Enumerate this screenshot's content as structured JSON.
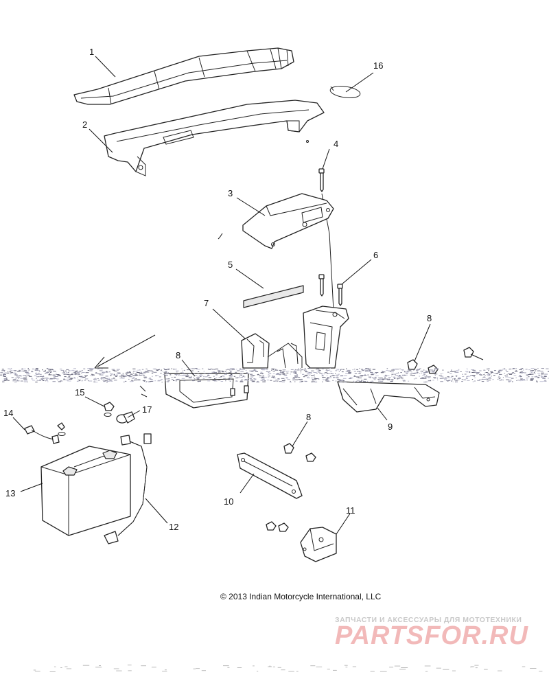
{
  "callouts": [
    {
      "id": "1",
      "label": "1"
    },
    {
      "id": "2",
      "label": "2"
    },
    {
      "id": "3",
      "label": "3"
    },
    {
      "id": "4",
      "label": "4"
    },
    {
      "id": "5",
      "label": "5"
    },
    {
      "id": "6",
      "label": "6"
    },
    {
      "id": "7",
      "label": "7"
    },
    {
      "id": "8a",
      "label": "8"
    },
    {
      "id": "8b",
      "label": "8"
    },
    {
      "id": "8c",
      "label": "8"
    },
    {
      "id": "9",
      "label": "9"
    },
    {
      "id": "10",
      "label": "10"
    },
    {
      "id": "11",
      "label": "11"
    },
    {
      "id": "12",
      "label": "12"
    },
    {
      "id": "13",
      "label": "13"
    },
    {
      "id": "14",
      "label": "14"
    },
    {
      "id": "15",
      "label": "15"
    },
    {
      "id": "16",
      "label": "16"
    },
    {
      "id": "17",
      "label": "17"
    }
  ],
  "copyright": "© 2013 Indian Motorcycle International, LLC",
  "watermark": {
    "tagline": "ЗАПЧАСТИ И АКСЕССУАРЫ ДЛЯ МОТОТЕХНИКИ",
    "brand": "PARTSFOR.RU",
    "color": "#f2b9b9"
  }
}
